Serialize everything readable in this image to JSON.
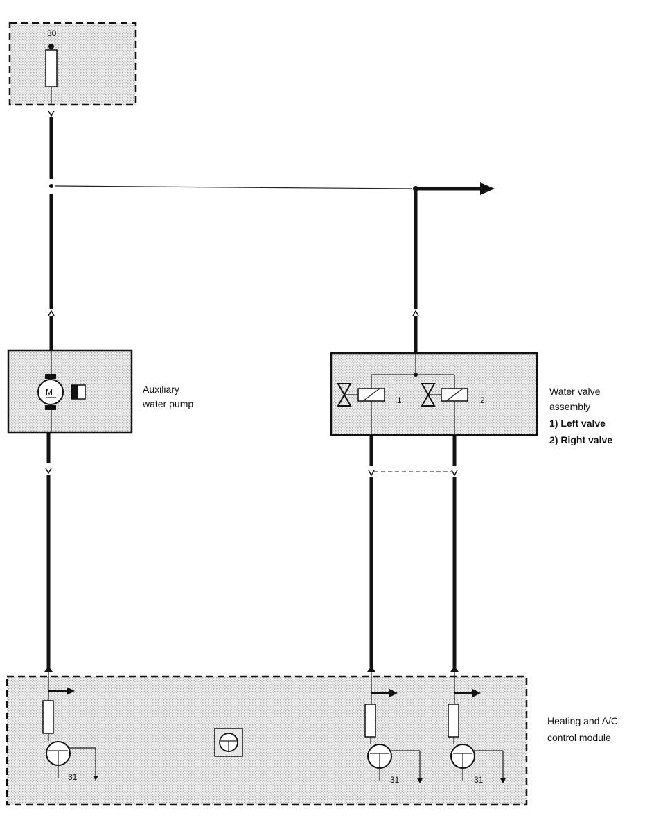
{
  "terminal_top": "30",
  "pump": {
    "line1": "Auxiliary",
    "line2": "water pump",
    "motor_letter": "M"
  },
  "valves": {
    "line1": "Water valve",
    "line2": "assembly",
    "item1": "1)  Left valve",
    "item2": "2)  Right  valve",
    "marker1": "1",
    "marker2": "2"
  },
  "module": {
    "line1": "Heating and A/C",
    "line2": "control module",
    "ground_a": "31",
    "ground_b": "31",
    "ground_c": "31"
  }
}
